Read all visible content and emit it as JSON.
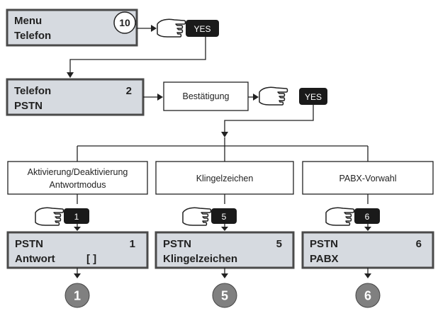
{
  "screen1": {
    "line1": "Menu",
    "line2": "Telefon",
    "badge": "10"
  },
  "yes_key": "YES",
  "screen2": {
    "line1": "Telefon",
    "line1_value": "2",
    "line2": "PSTN"
  },
  "confirm_box": "Bestätigung",
  "options": [
    {
      "label_line1": "Aktivierung/Deaktivierung",
      "label_line2": "Antwortmodus",
      "key": "1",
      "screen_line1": "PSTN",
      "screen_value": "1",
      "screen_line2": "Antwort",
      "screen_line2_suffix": "[ ]",
      "step": "1"
    },
    {
      "label_line1": "Klingelzeichen",
      "key": "5",
      "screen_line1": "PSTN",
      "screen_value": "5",
      "screen_line2": "Klingelzeichen",
      "step": "5"
    },
    {
      "label_line1": "PABX-Vorwahl",
      "key": "6",
      "screen_line1": "PSTN",
      "screen_value": "6",
      "screen_line2": "PABX",
      "step": "6"
    }
  ],
  "colors": {
    "lcd_fill": "#d6dae0",
    "lcd_border": "#4a4a4a",
    "key_fill": "#1a1a1a",
    "step_fill": "#808080"
  }
}
